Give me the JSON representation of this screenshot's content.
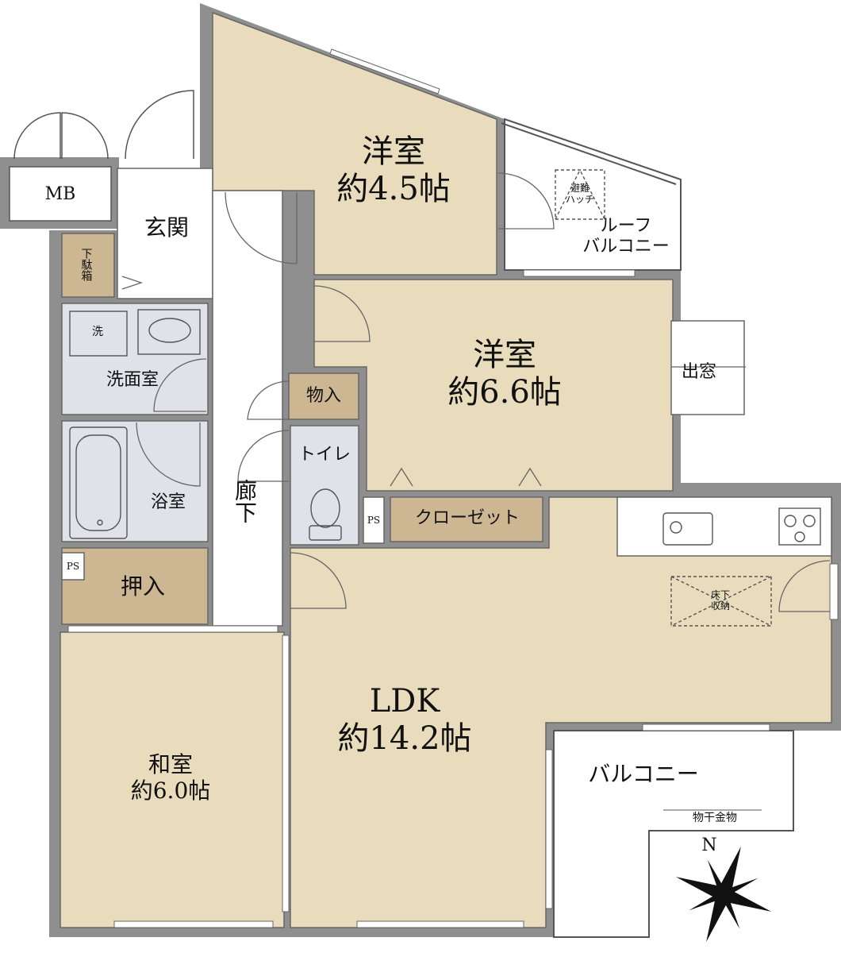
{
  "colors": {
    "room_fill": "#e8dcbc",
    "storage_fill": "#ccb792",
    "water_fill": "#e0e2ea",
    "wall": "#8f8f8f",
    "line": "#555555",
    "outside": "#ffffff"
  },
  "rooms": {
    "western_a": {
      "name": "洋室",
      "area": "約4.5帖"
    },
    "western_b": {
      "name": "洋室",
      "area": "約6.6帖"
    },
    "japanese": {
      "name": "和室",
      "area": "約6.0帖"
    },
    "ldk": {
      "name": "LDK",
      "area": "約14.2帖"
    }
  },
  "labels": {
    "entrance": "玄関",
    "mb": "MB",
    "shoe_box": "下駄箱",
    "washroom": "洗面室",
    "washer": "洗",
    "bathroom": "浴室",
    "corridor": "廊下",
    "storage": "物入",
    "toilet": "トイレ",
    "closet": "クローゼット",
    "oshiire": "押入",
    "ps": "PS",
    "bay_window": "出窓",
    "roof_balcony_line1": "ルーフ",
    "roof_balcony_line2": "バルコニー",
    "evac_hatch_line1": "避難",
    "evac_hatch_line2": "ハッチ",
    "underfloor_line1": "床下",
    "underfloor_line2": "収納",
    "balcony": "バルコニー",
    "laundry_rail": "物干金物",
    "north": "N"
  }
}
